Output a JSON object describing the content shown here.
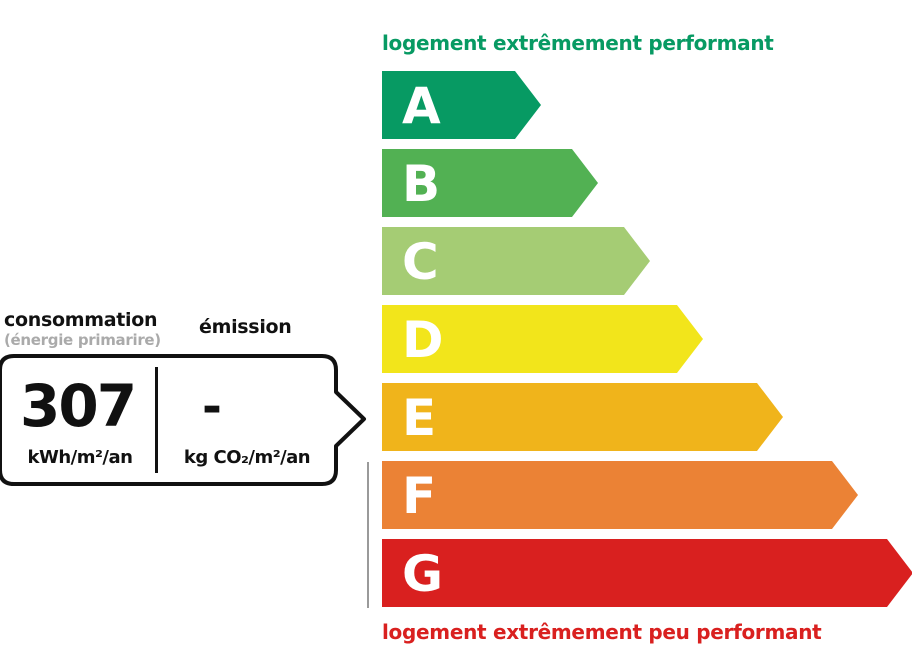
{
  "captions": {
    "top": "logement extrêmement performant",
    "bottom": "logement extrêmement peu performant"
  },
  "colors": {
    "top_caption": "#079a63",
    "bottom_caption": "#d9201f"
  },
  "chart_data": {
    "type": "bar",
    "categories": [
      "A",
      "B",
      "C",
      "D",
      "E",
      "F",
      "G"
    ],
    "colors": [
      "#079a63",
      "#52b153",
      "#a5cc74",
      "#f2e51b",
      "#f0b41b",
      "#eb8235",
      "#d9201f"
    ],
    "title": "",
    "xlabel": "",
    "ylabel": ""
  },
  "readout": {
    "consumption_label": "consommation",
    "consumption_sublabel": "(énergie primarire)",
    "emission_label": "émission",
    "consumption_value": "307",
    "consumption_unit": "kWh/m²/an",
    "emission_value": "-",
    "emission_unit": "kg CO₂/m²/an",
    "pointed_class": "E"
  }
}
